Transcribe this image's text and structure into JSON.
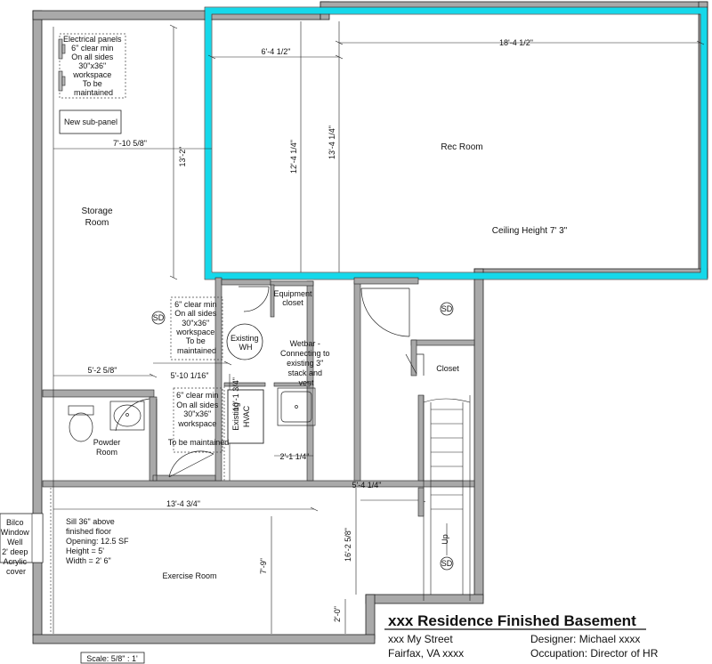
{
  "colors": {
    "wall": "#a9a9a9",
    "highlight": "#15d8ea",
    "line": "#111111",
    "dash": "#666666"
  },
  "icons": [
    "smoke-detector-icon",
    "toilet-icon",
    "sink-icon",
    "stairs-icon",
    "door-swing-icon"
  ],
  "rooms": {
    "rec_room": "Rec Room",
    "ceiling": "Ceiling Height 7' 3\"",
    "storage_line1": "Storage",
    "storage_line2": "Room",
    "equipment_line1": "Equipment",
    "equipment_line2": "closet",
    "closet": "Closet",
    "powder_line1": "Powder",
    "powder_line2": "Room",
    "exercise": "Exercise Room"
  },
  "dimensions": {
    "d1": "6'-4 1/2\"",
    "d2": "18'-4 1/2\"",
    "d3": "12'-4 1/4\"",
    "d4": "13'-4 1/4\"",
    "d5": "7'-10 5/8\"",
    "d6": "13'-2\"",
    "d7": "5'-2 5/8\"",
    "d8": "5'-10 1/16\"",
    "d9": "10'-1 3/4\"",
    "d10": "2'-1 1/4\"",
    "d11": "5'-4 1/4\"",
    "d12": "13'-4 3/4\"",
    "d13": "7'-9\"",
    "d14": "16'-2 5/8\"",
    "d15": "2'-0\""
  },
  "notes": {
    "electrical": [
      "Electrical panels",
      "6\" clear min",
      "On all sides",
      "30\"x36\"",
      "workspace",
      "To be",
      "maintained"
    ],
    "subpanel": "New sub-panel",
    "wh_note": [
      "6\" clear min",
      "On all sides",
      "30\"x36\"",
      "workspace",
      "To be",
      "maintained"
    ],
    "hvac_note": [
      "6\" clear min",
      "On all sides",
      "30\"x36\"",
      "workspace",
      "To be maintained"
    ],
    "wh": [
      "Existing",
      "WH"
    ],
    "hvac": [
      "Existing",
      "HVAC"
    ],
    "wetbar": [
      "Wetbar -",
      "Connecting to",
      "existing 3\"",
      "stack and",
      "vent"
    ],
    "sill": [
      "Sill 36\" above",
      "finished floor",
      "Opening:   12.5 SF",
      "Height = 5'",
      "Width = 2' 6\""
    ],
    "bilco": [
      "Bilco",
      "Window",
      "Well",
      "2' deep",
      "Acrylic",
      "cover"
    ],
    "sd": "SD",
    "up": "Up"
  },
  "titleblock": {
    "title": "xxx Residence Finished Basement",
    "street": "xxx My Street",
    "city": "Fairfax, VA xxxx",
    "designer": "Designer: Michael xxxx",
    "occupation": "Occupation: Director of HR"
  },
  "scale": "Scale: 5/8\" : 1'"
}
